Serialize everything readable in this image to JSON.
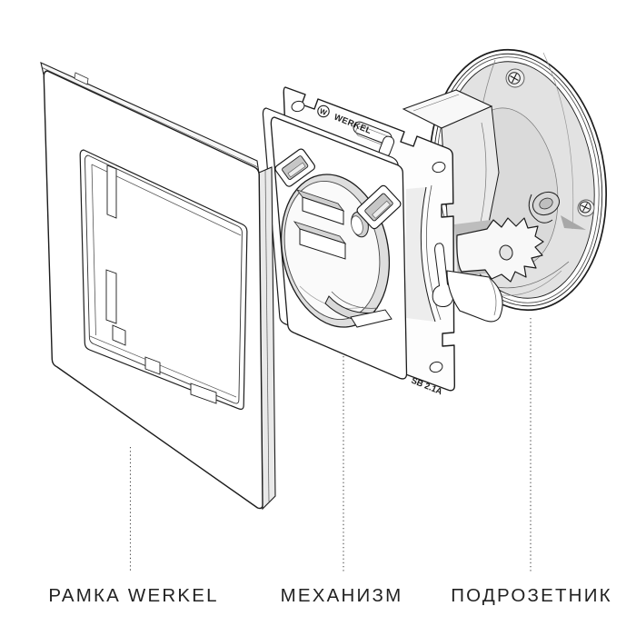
{
  "diagram": {
    "labels": {
      "frame": "РАМКА WERKEL",
      "mechanism": "МЕХАНИЗМ",
      "box": "ПОДРОЗЕТНИК"
    },
    "mechanism_markings": {
      "brand_w": "W",
      "brand": "WERKEL",
      "usb_rating": "SB 2.1A"
    },
    "colors": {
      "ink": "#1c1c1c",
      "background": "#ffffff",
      "shading_light": "#ececec",
      "shading_mid": "#dedede",
      "shading_dark": "#bdbdbd"
    }
  }
}
